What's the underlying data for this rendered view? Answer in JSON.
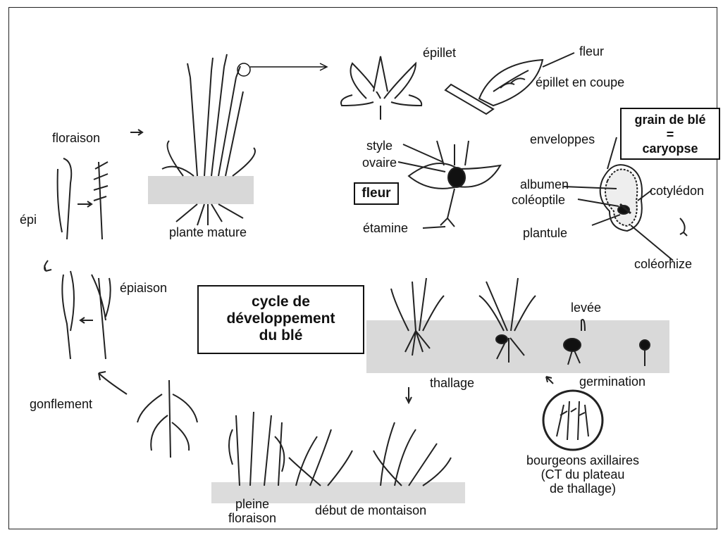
{
  "title": {
    "line1": "cycle de",
    "line2": "développement",
    "line3": "du blé"
  },
  "labels": {
    "floraison": "floraison",
    "epi": "épi",
    "plante_mature": "plante mature",
    "epiaison": "épiaison",
    "gonflement": "gonflement",
    "pleine_floraison_1": "pleine",
    "pleine_floraison_2": "floraison",
    "debut_montaison": "début de montaison",
    "thallage": "thallage",
    "levee": "levée",
    "germination": "germination",
    "bourgeons_1": "bourgeons axillaires",
    "bourgeons_2": "(CT du plateau",
    "bourgeons_3": "de thallage)",
    "epillet": "épillet",
    "fleur_top": "fleur",
    "epillet_coupe": "épillet en coupe",
    "style": "style",
    "ovaire": "ovaire",
    "fleur_box": "fleur",
    "etamine": "étamine",
    "enveloppes": "enveloppes",
    "albumen": "albumen",
    "coleoptile": "coléoptile",
    "plantule": "plantule",
    "cotyledon": "cotylédon",
    "coleorhize": "coléorhize"
  },
  "grain_box": {
    "line1": "grain de blé",
    "line2": "=",
    "line3": "caryopse"
  }
}
